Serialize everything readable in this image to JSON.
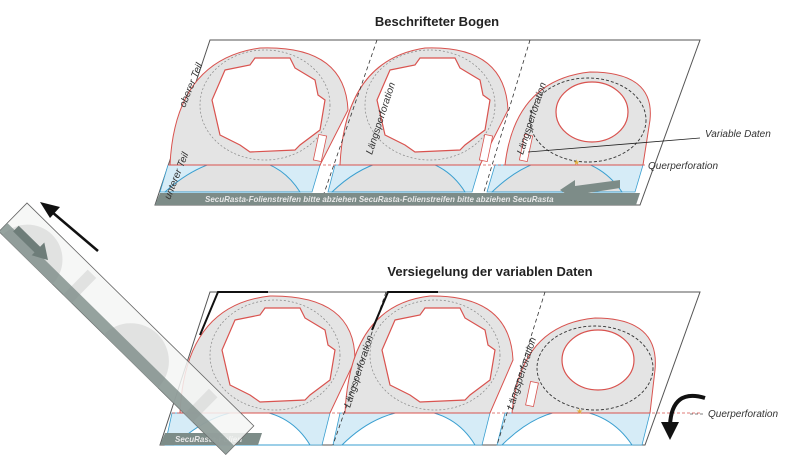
{
  "titles": {
    "top": "Beschrifteter Bogen",
    "bottom": "Versiegelung der variablen Daten"
  },
  "labels": {
    "upper_part": "oberer Teil",
    "lower_part": "unterer Teil",
    "longitudinal_perforation": "Längsperforation",
    "variable_data": "Variable Daten",
    "cross_perforation": "Querperforation"
  },
  "strip_text": {
    "top": "SecuRasta-Folienstreifen bitte abziehen   SecuRasta-Folienstreifen bitte abziehen   SecuRasta",
    "bottom": "SecuRasta-Folien"
  },
  "colors": {
    "cut_line": "#d9534f",
    "label_fill": "#e4e4e4",
    "lower_fill": "#d6ecf7",
    "lower_line": "#3a9fd0",
    "strip": "#7d8c88"
  }
}
